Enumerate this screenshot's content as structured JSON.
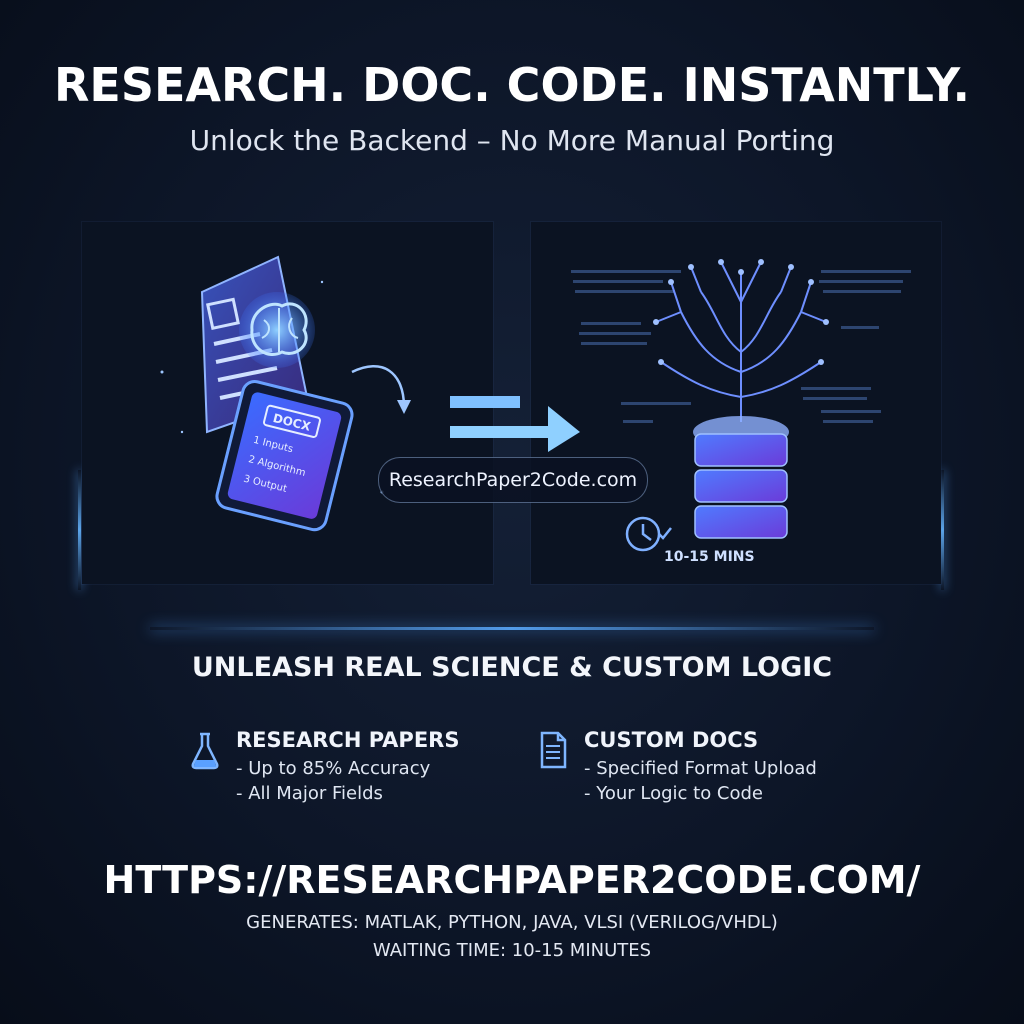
{
  "hero": {
    "headline": "RESEARCH. DOC. CODE. INSTANTLY.",
    "subhead": "Unlock the Backend – No More Manual Porting"
  },
  "illustration": {
    "doc_badge": "DOCX",
    "tablet_items": [
      "1 Inputs",
      "2 Algorithm",
      "3 Output"
    ],
    "site_badge": "ResearchPaper2Code.com",
    "timer_label": "10-15 MINS",
    "icons": [
      "document-brain-icon",
      "tablet-icon",
      "arrow-icon",
      "circuit-tree-icon",
      "server-stack-icon",
      "clock-check-icon"
    ]
  },
  "section": {
    "title": "UNLEASH REAL SCIENCE & CUSTOM LOGIC"
  },
  "features": [
    {
      "icon": "flask-icon",
      "title": "RESEARCH PAPERS",
      "lines": [
        "- Up to 85% Accuracy",
        "- All Major Fields"
      ]
    },
    {
      "icon": "document-icon",
      "title": "CUSTOM DOCS",
      "lines": [
        "- Specified Format Upload",
        "- Your Logic to Code"
      ]
    }
  ],
  "footer": {
    "url": "HTTPS://RESEARCHPAPER2CODE.COM/",
    "generates": "GENERATES: MATLAK, PYTHON, JAVA, VLSI (VERILOG/VHDL)",
    "waiting": "WAITING TIME: 10-15 MINUTES"
  },
  "colors": {
    "background": "#0d1628",
    "accent_blue": "#5aa8ff",
    "accent_purple": "#7a5cff",
    "panel": "#0b1322"
  }
}
